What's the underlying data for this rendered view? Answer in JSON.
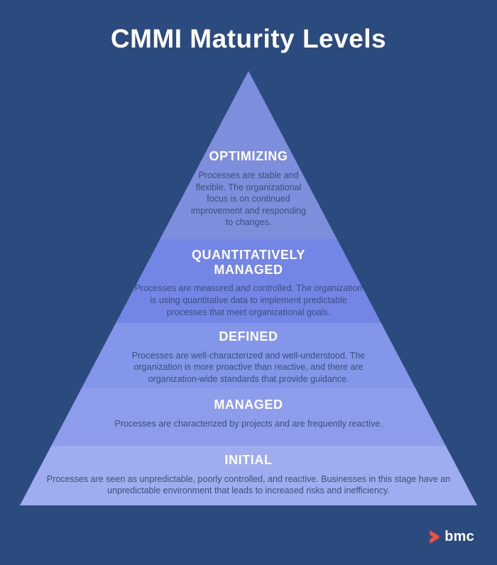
{
  "page": {
    "title": "CMMI Maturity Levels",
    "background_color": "#2b4a7e",
    "title_color": "#ffffff"
  },
  "pyramid": {
    "levels": [
      {
        "name": "OPTIMIZING",
        "description": "Processes are stable and flexible. The organizational focus is on continued improvement and responding to changes.",
        "color": "#7d8edd"
      },
      {
        "name": "QUANTITATIVELY MANAGED",
        "description": "Processes are measured and controlled. The organization is using quantitative data to implement predictable processes that meet organizational goals.",
        "color": "#7386e6"
      },
      {
        "name": "DEFINED",
        "description": "Processes are well-characterized and well-understood. The organization is more proactive than reactive, and there are organization-wide standards that provide guidance.",
        "color": "#8396e9"
      },
      {
        "name": "MANAGED",
        "description": "Processes are characterized by projects and are frequently reactive.",
        "color": "#8d9dec"
      },
      {
        "name": "INITIAL",
        "description": "Processes are seen as unpredictable, poorly controlled, and reactive. Businesses in this stage have an unpredictable environment that leads to increased risks and inefficiency.",
        "color": "#9fadf0"
      }
    ],
    "level_name_color": "#ffffff",
    "description_color": "#3d4e78"
  },
  "footer": {
    "brand": "bmc",
    "brand_color": "#ffffff",
    "logo_mark_color": "#ee4e3d"
  }
}
